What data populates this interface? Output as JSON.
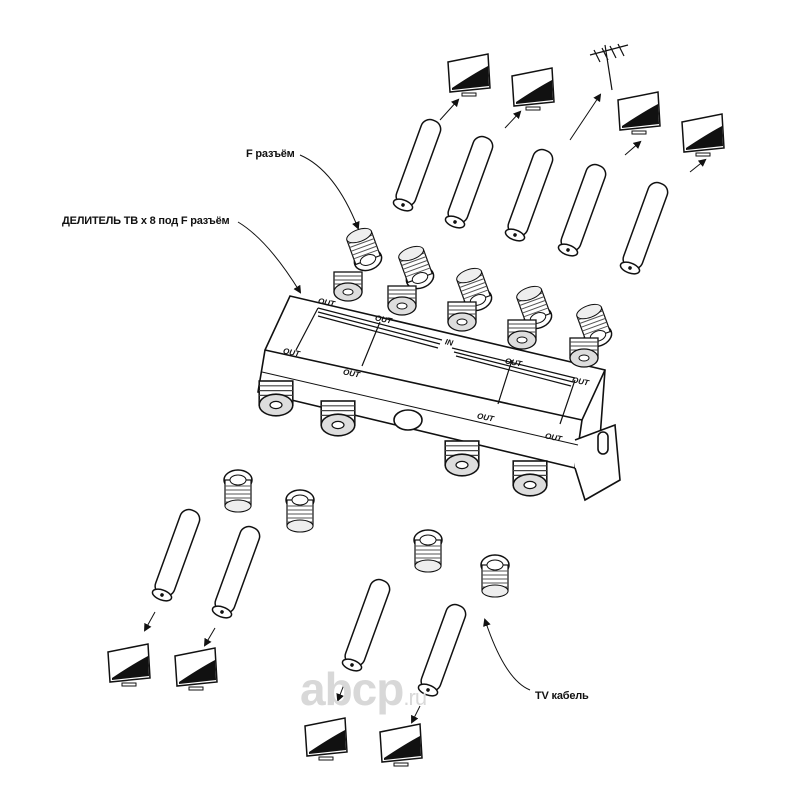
{
  "labels": {
    "f_connector": "F разъём",
    "splitter": "ДЕЛИТЕЛЬ ТВ x 8 под F разъём",
    "tv_cable": "TV кабель"
  },
  "ports": {
    "in": "IN",
    "out": [
      "OUT",
      "OUT",
      "OUT",
      "OUT",
      "OUT",
      "OUT",
      "OUT",
      "OUT"
    ]
  },
  "watermark": {
    "main": "abcp",
    "suffix": ".ru"
  }
}
